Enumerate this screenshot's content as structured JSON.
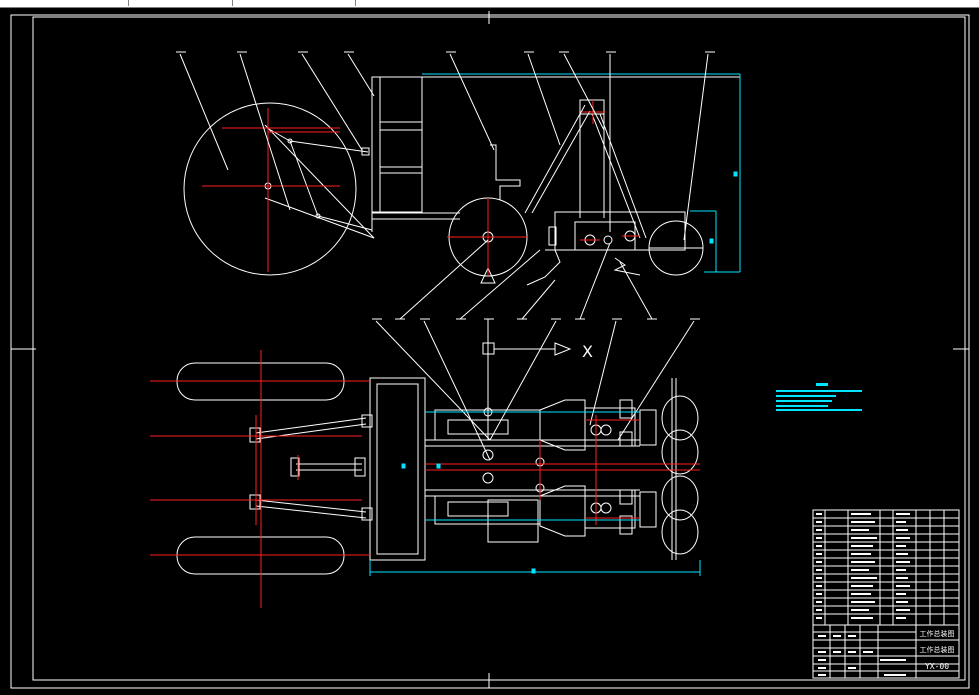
{
  "drawing": {
    "title_block_text": "工作总装图",
    "title_block_code": "YX-00",
    "axis_label": "X",
    "notes_title": "技术要求"
  },
  "colors": {
    "background": "#000000",
    "geometry": "#ffffff",
    "centerline": "#ff2020",
    "dimension": "#00e5ff",
    "title_block": "#ffffff"
  }
}
